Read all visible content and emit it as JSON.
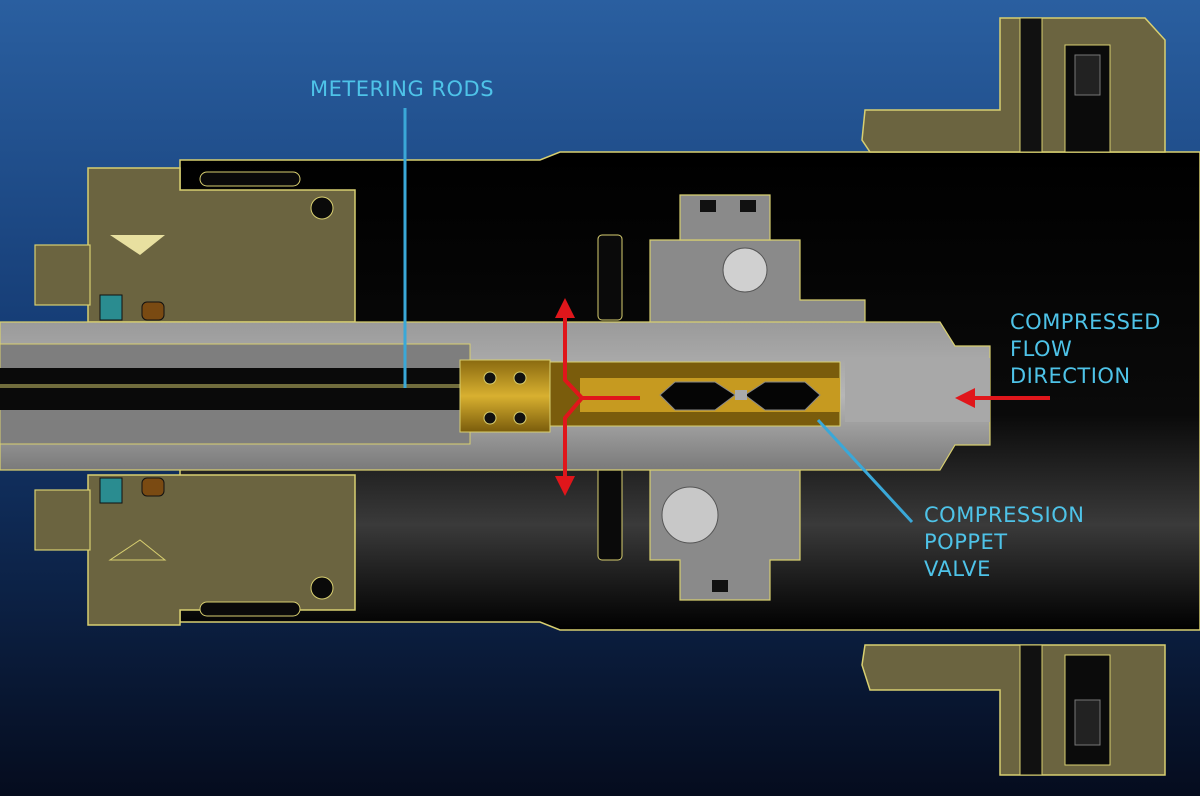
{
  "colors": {
    "background_top": "#2a5fa0",
    "background_bottom": "#050c1e",
    "bronze": "#6b6440",
    "bronze_outline": "#d8cf70",
    "steel": "#8e8e8e",
    "steel_light": "#b8b8b8",
    "brass": "#b08a1a",
    "shadow": "#050505",
    "label_cyan": "#4ec3e8",
    "leader_cyan": "#3aa8d8",
    "arrow_red": "#e0161b"
  },
  "labels": {
    "metering_rods": [
      "METERING RODS"
    ],
    "compressed_flow": [
      "COMPRESSED",
      "FLOW",
      "DIRECTION"
    ],
    "compression_poppet": [
      "COMPRESSION",
      "POPPET",
      "VALVE"
    ]
  }
}
